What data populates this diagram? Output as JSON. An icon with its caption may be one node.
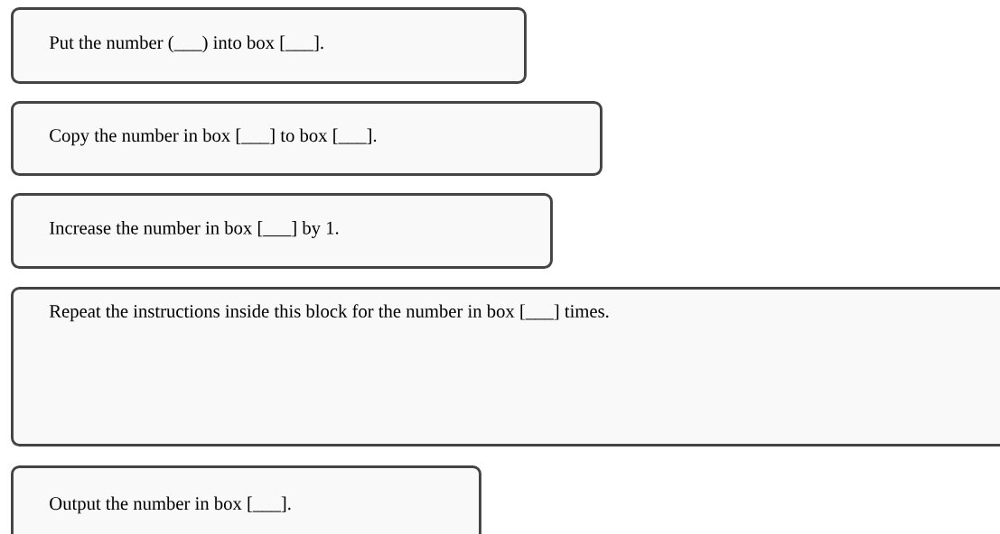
{
  "diagram": {
    "nodes": [
      {
        "text": [
          "Put the number (___) into box [___]."
        ]
      },
      {
        "text": [
          "Copy the number in box [___] to box [___]."
        ]
      },
      {
        "text": [
          "Increase the number in box [___] by 1."
        ]
      },
      {
        "text": [
          "Repeat the instructions inside this block for the number in box [___] times."
        ]
      },
      {
        "text": [
          "Output the number in box [___]."
        ]
      }
    ]
  }
}
